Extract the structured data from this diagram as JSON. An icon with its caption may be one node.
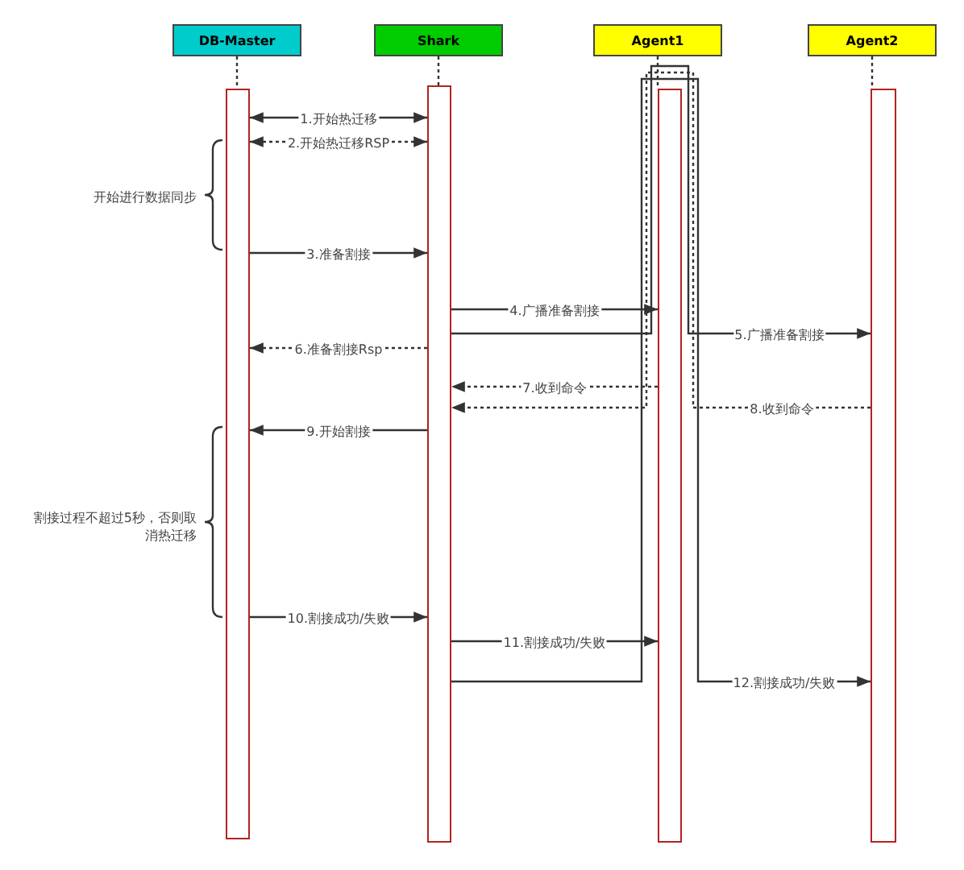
{
  "diagram": {
    "nodes": [
      {
        "text": [
          "DB-Master"
        ]
      },
      {
        "text": [
          "Shark"
        ]
      },
      {
        "text": [
          "Agent1"
        ]
      },
      {
        "text": [
          "Agent2"
        ]
      },
      {
        "text": [],
        "shape": "bar"
      },
      {
        "text": [],
        "shape": "bar"
      },
      {
        "text": [],
        "shape": "bar"
      },
      {
        "text": [],
        "shape": "bar"
      }
    ],
    "edges": [
      {
        "from": 0,
        "to": 4,
        "arrow": "none",
        "style": "dashed"
      },
      {
        "from": 1,
        "to": 5,
        "arrow": "none",
        "style": "dashed"
      },
      {
        "from": 2,
        "to": 6,
        "arrow": "none",
        "style": "dashed"
      },
      {
        "from": 3,
        "to": 7,
        "arrow": "none",
        "style": "dashed"
      },
      {
        "from": 4,
        "to": 5,
        "arrow": "both",
        "label": "1.开始热迁移"
      },
      {
        "from": 5,
        "to": 4,
        "arrow": "both",
        "label": "2.开始热迁移RSP",
        "style": "dashed"
      },
      {
        "from": 4,
        "to": 5,
        "arrow": "to",
        "label": "3.准备割接"
      },
      {
        "from": 5,
        "to": 6,
        "arrow": "to",
        "label": "4.广播准备割接"
      },
      {
        "from": 5,
        "to": 7,
        "arrow": "to",
        "label": "5.广播准备割接"
      },
      {
        "from": 5,
        "to": 4,
        "arrow": "to",
        "label": "6.准备割接Rsp",
        "style": "dashed"
      },
      {
        "from": 6,
        "to": 5,
        "arrow": "to",
        "label": "7.收到命令",
        "style": "dashed"
      },
      {
        "from": 7,
        "to": 5,
        "arrow": "to",
        "label": "8.收到命令",
        "style": "dashed"
      },
      {
        "from": 5,
        "to": 4,
        "arrow": "to",
        "label": "9.开始割接"
      },
      {
        "from": 4,
        "to": 5,
        "arrow": "to",
        "label": "10.割接成功/失败"
      },
      {
        "from": 5,
        "to": 6,
        "arrow": "to",
        "label": "11.割接成功/失败"
      },
      {
        "from": 5,
        "to": 7,
        "arrow": "to",
        "label": "12.割接成功/失败"
      }
    ],
    "labels": [
      "开始进行数据同步",
      "割接过程不超过5秒，否则取消热迁移"
    ]
  }
}
